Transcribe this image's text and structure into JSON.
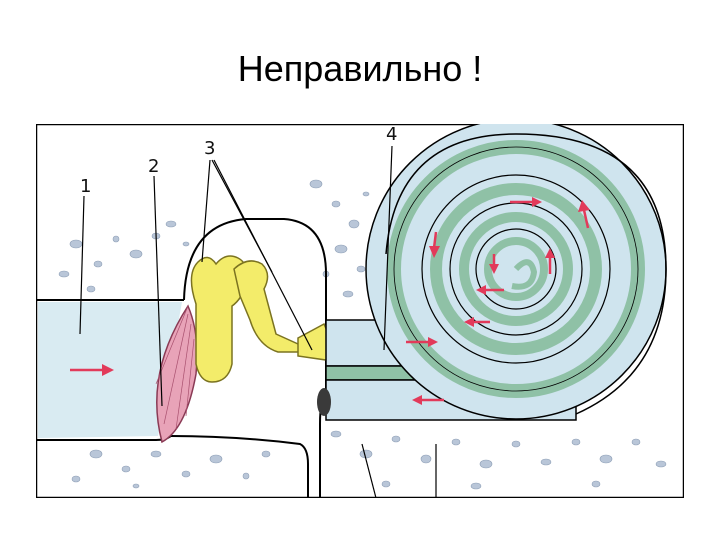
{
  "slide": {
    "title": "Неправильно !"
  },
  "diagram": {
    "labels": {
      "l1": "1",
      "l2": "2",
      "l3": "3",
      "l4": "4"
    }
  },
  "colors": {
    "fluid": "#cfe4ee",
    "canal": "#8fc1a6",
    "ossicles": "#f3ec6a",
    "eardrum": "#e8a3b8",
    "arrow": "#e23a5a",
    "bone_dots": "#b9c6d8"
  }
}
